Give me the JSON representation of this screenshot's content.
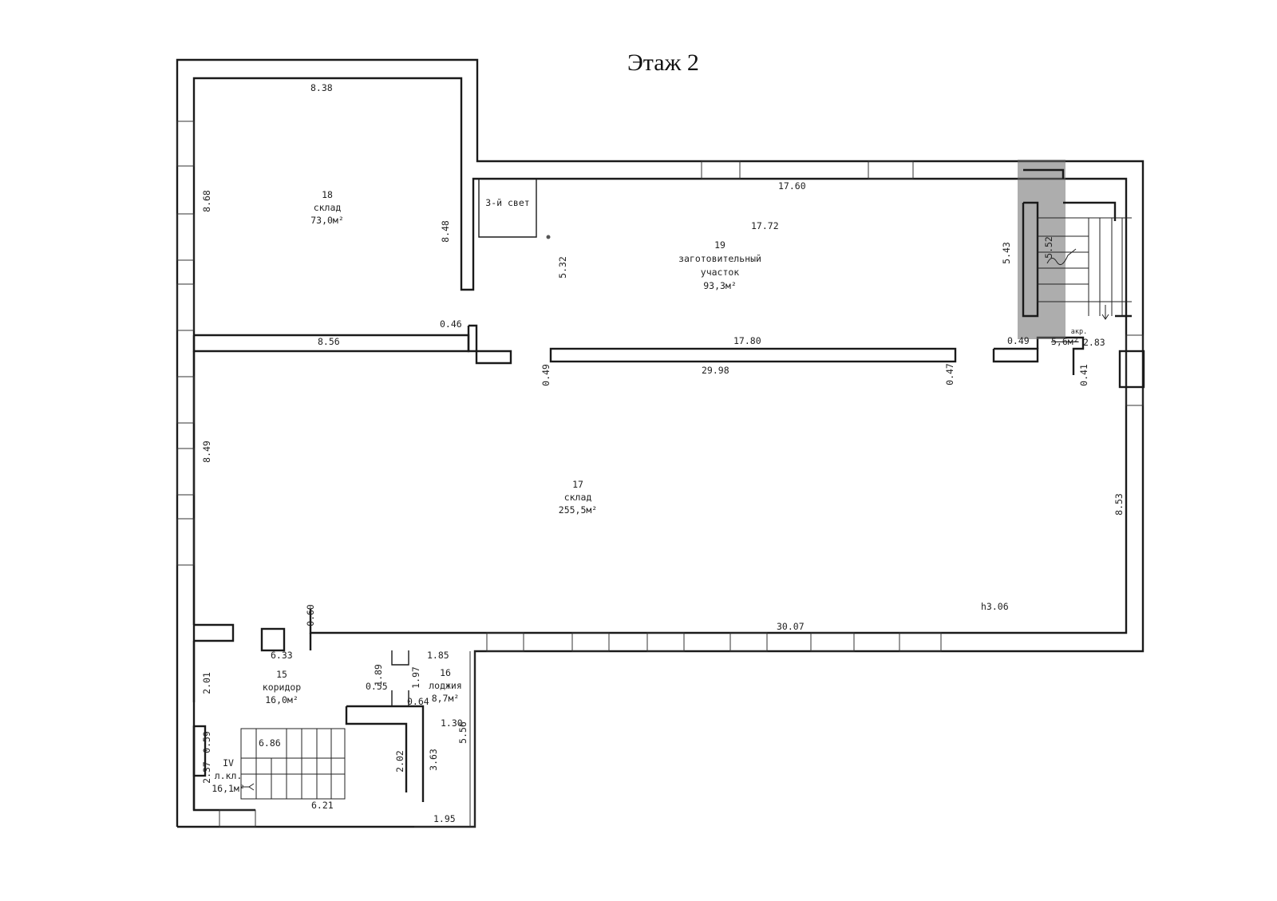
{
  "title": "Этаж 2",
  "rooms": {
    "r18": {
      "number": "18",
      "name": "склад",
      "area": "73,0м²"
    },
    "r19": {
      "number": "19",
      "name1": "заготовительный",
      "name2": "участок",
      "area": "93,3м²"
    },
    "r17": {
      "number": "17",
      "name": "склад",
      "area": "255,5м²"
    },
    "r15": {
      "number": "15",
      "name": "коридор",
      "area": "16,0м²"
    },
    "r16": {
      "number": "16",
      "name": "лоджия",
      "area": "8,7м²"
    },
    "rIV": {
      "number": "IV",
      "name": "л.кл.",
      "area": "16,1м²"
    },
    "light": "3-й свет",
    "akr": "акр.",
    "akr_area": "5,6м²"
  },
  "dimensions": {
    "d838": "8.38",
    "d868": "8.68",
    "d848": "8.48",
    "d1760": "17.60",
    "d1772": "17.72",
    "d532": "5.32",
    "d543": "5.43",
    "d552": "5.52",
    "d046": "0.46",
    "d856": "8.56",
    "d1780": "17.80",
    "d049a": "0.49",
    "d283": "2.83",
    "d049b": "0.49",
    "d2998": "29.98",
    "d047": "0.47",
    "d041": "0.41",
    "d849": "8.49",
    "d853": "8.53",
    "h306": "h3.06",
    "d060": "0.60",
    "d3007": "30.07",
    "d633": "6.33",
    "d189": "1.89",
    "d185": "1.85",
    "d197": "1.97",
    "d055": "0.55",
    "d064": "0.64",
    "d201": "2.01",
    "d130": "1.30",
    "d556": "5.56",
    "d059": "0.59",
    "d686": "6.86",
    "d202": "2.02",
    "d363": "3.63",
    "d237": "2.37",
    "d621": "6.21",
    "d195": "1.95"
  }
}
